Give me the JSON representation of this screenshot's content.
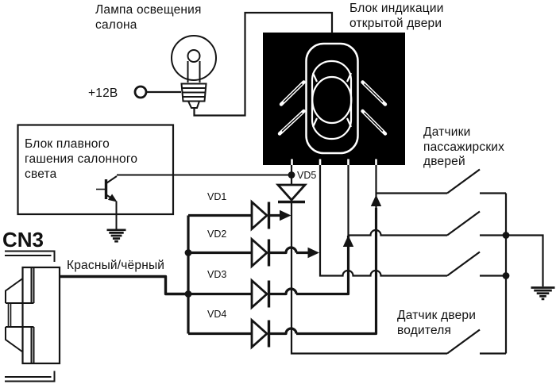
{
  "diagram": {
    "title_context": "car interior light / door indication wiring schematic",
    "labels": {
      "lamp": "Лампа освещения\nсалона",
      "supply": "+12В",
      "indicator_block": "Блок индикации\nоткрытой двери",
      "dimmer_block": "Блок плавного\nгашения салонного\nсвета",
      "connector": "CN3",
      "wire_color": "Красный/чёрный",
      "passenger_sensors": "Датчики\nпассажирских\nдверей",
      "driver_sensor": "Датчик двери\nводителя"
    },
    "diodes": [
      "VD1",
      "VD2",
      "VD3",
      "VD4",
      "VD5"
    ],
    "icons": {
      "lamp_symbol": "incandescent-bulb",
      "indicator_symbol": "car-top-view-open-doors",
      "transistor_symbol": "npn-transistor",
      "ground_symbol": "chassis-ground",
      "switch_symbol": "spst-door-switch"
    },
    "colors": {
      "line": "#141414",
      "background": "#ffffff",
      "block_fill": "#000000",
      "car_outline": "#ffffff"
    }
  }
}
